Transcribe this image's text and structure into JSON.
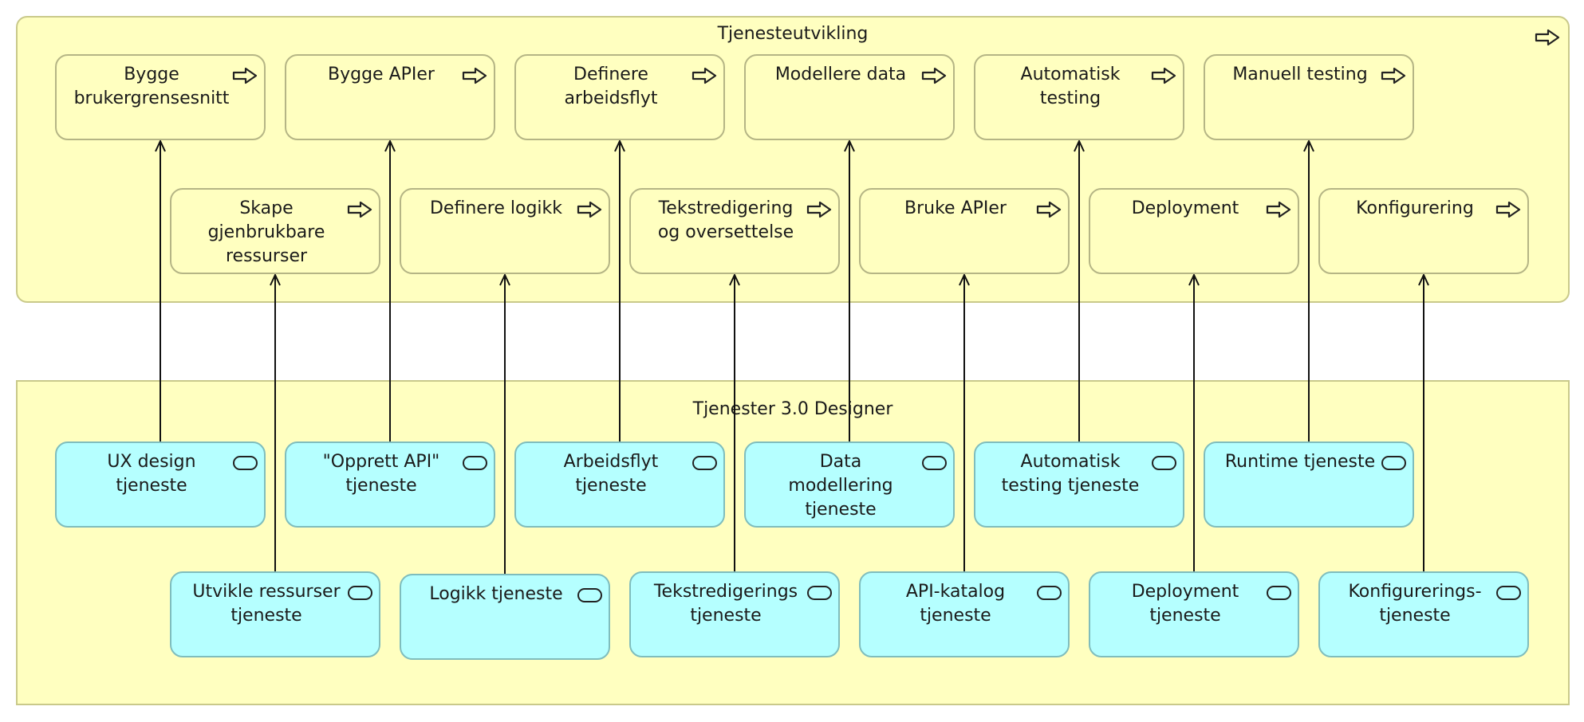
{
  "colors": {
    "layer_fill": "#ffffc0",
    "process_fill": "#ffffc0",
    "service_fill": "#b5ffff",
    "relation_line": "#111111"
  },
  "groups": {
    "tjenesteutvikling": {
      "title": "Tjenesteutvikling",
      "icon": "process-arrow-icon"
    },
    "designer": {
      "title": "Tjenester 3.0 Designer"
    }
  },
  "processes": [
    {
      "id": "p1",
      "label": "Bygge\nbrukergrensesnitt",
      "icon": "process-arrow-icon"
    },
    {
      "id": "p2",
      "label": "Bygge APIer",
      "icon": "process-arrow-icon"
    },
    {
      "id": "p3",
      "label": "Definere\narbeidsflyt",
      "icon": "process-arrow-icon"
    },
    {
      "id": "p4",
      "label": "Modellere data",
      "icon": "process-arrow-icon"
    },
    {
      "id": "p5",
      "label": "Automatisk\ntesting",
      "icon": "process-arrow-icon"
    },
    {
      "id": "p6",
      "label": "Manuell testing",
      "icon": "process-arrow-icon"
    },
    {
      "id": "p7",
      "label": "Skape\ngjenbrukbare\nressurser",
      "icon": "process-arrow-icon"
    },
    {
      "id": "p8",
      "label": "Definere logikk",
      "icon": "process-arrow-icon"
    },
    {
      "id": "p9",
      "label": "Tekstredigering\nog oversettelse",
      "icon": "process-arrow-icon"
    },
    {
      "id": "p10",
      "label": "Bruke APIer",
      "icon": "process-arrow-icon"
    },
    {
      "id": "p11",
      "label": "Deployment",
      "icon": "process-arrow-icon"
    },
    {
      "id": "p12",
      "label": "Konfigurering",
      "icon": "process-arrow-icon"
    }
  ],
  "services": [
    {
      "id": "s1",
      "label": "UX design\ntjeneste",
      "icon": "service-pill-icon"
    },
    {
      "id": "s2",
      "label": "\"Opprett API\"\ntjeneste",
      "icon": "service-pill-icon"
    },
    {
      "id": "s3",
      "label": "Arbeidsflyt\ntjeneste",
      "icon": "service-pill-icon"
    },
    {
      "id": "s4",
      "label": "Data\nmodellering\ntjeneste",
      "icon": "service-pill-icon"
    },
    {
      "id": "s5",
      "label": "Automatisk\ntesting tjeneste",
      "icon": "service-pill-icon"
    },
    {
      "id": "s6",
      "label": "Runtime tjeneste",
      "icon": "service-pill-icon"
    },
    {
      "id": "s7",
      "label": "Utvikle ressurser\ntjeneste",
      "icon": "service-pill-icon"
    },
    {
      "id": "s8",
      "label": "Logikk tjeneste",
      "icon": "service-pill-icon"
    },
    {
      "id": "s9",
      "label": "Tekstredigerings\ntjeneste",
      "icon": "service-pill-icon"
    },
    {
      "id": "s10",
      "label": "API-katalog\ntjeneste",
      "icon": "service-pill-icon"
    },
    {
      "id": "s11",
      "label": "Deployment\ntjeneste",
      "icon": "service-pill-icon"
    },
    {
      "id": "s12",
      "label": "Konfigurerings-\ntjeneste",
      "icon": "service-pill-icon"
    }
  ],
  "relations": [
    {
      "from": "s1",
      "to": "p1"
    },
    {
      "from": "s2",
      "to": "p2"
    },
    {
      "from": "s3",
      "to": "p3"
    },
    {
      "from": "s4",
      "to": "p4"
    },
    {
      "from": "s5",
      "to": "p5"
    },
    {
      "from": "s6",
      "to": "p6"
    },
    {
      "from": "s7",
      "to": "p7"
    },
    {
      "from": "s8",
      "to": "p8"
    },
    {
      "from": "s9",
      "to": "p9"
    },
    {
      "from": "s10",
      "to": "p10"
    },
    {
      "from": "s11",
      "to": "p11"
    },
    {
      "from": "s12",
      "to": "p12"
    }
  ]
}
